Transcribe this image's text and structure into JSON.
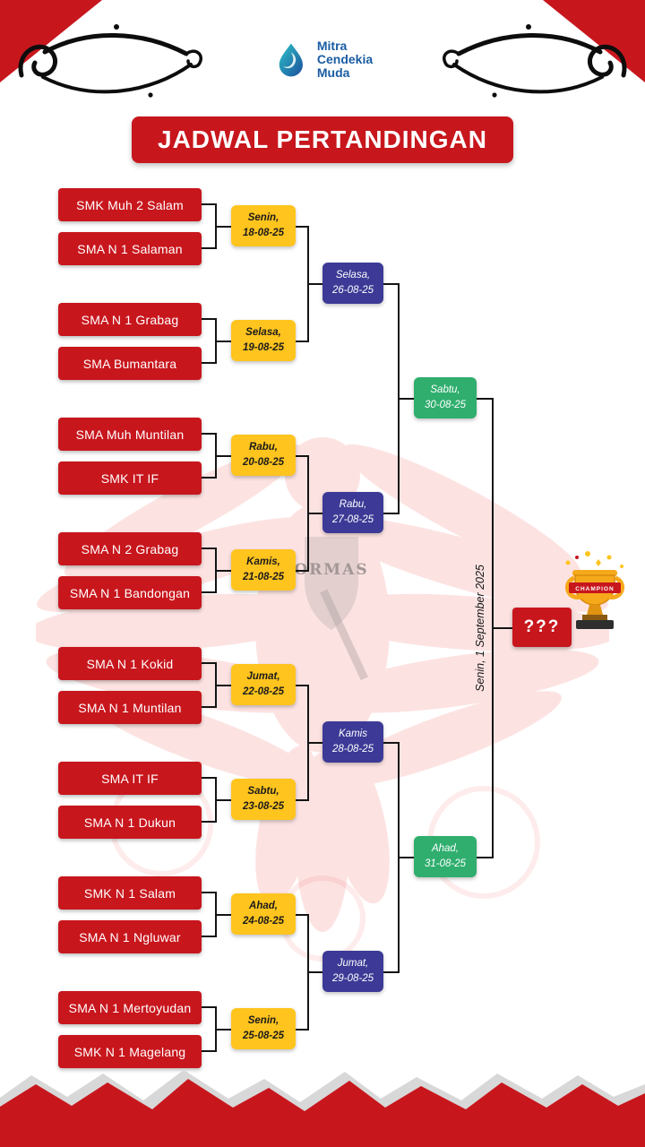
{
  "page": {
    "title": "JADWAL PERTANDINGAN"
  },
  "logo": {
    "line1": "Mitra",
    "line2": "Cendekia",
    "line3": "Muda"
  },
  "watermark_text": "ORMAS",
  "bracket": {
    "round1": [
      {
        "team_a": "SMK Muh 2 Salam",
        "team_b": "SMA N 1 Salaman",
        "day": "Senin,",
        "date": "18-08-25"
      },
      {
        "team_a": "SMA N 1 Grabag",
        "team_b": "SMA Bumantara",
        "day": "Selasa,",
        "date": "19-08-25"
      },
      {
        "team_a": "SMA Muh Muntilan",
        "team_b": "SMK IT IF",
        "day": "Rabu,",
        "date": "20-08-25"
      },
      {
        "team_a": "SMA N 2 Grabag",
        "team_b": "SMA N 1 Bandongan",
        "day": "Kamis,",
        "date": "21-08-25"
      },
      {
        "team_a": "SMA N 1 Kokid",
        "team_b": "SMA N 1 Muntilan",
        "day": "Jumat,",
        "date": "22-08-25"
      },
      {
        "team_a": "SMA IT IF",
        "team_b": "SMA N 1 Dukun",
        "day": "Sabtu,",
        "date": "23-08-25"
      },
      {
        "team_a": "SMK N 1 Salam",
        "team_b": "SMA N 1 Ngluwar",
        "day": "Ahad,",
        "date": "24-08-25"
      },
      {
        "team_a": "SMA N 1 Mertoyudan",
        "team_b": "SMK N 1 Magelang",
        "day": "Senin,",
        "date": "25-08-25"
      }
    ],
    "round2": [
      {
        "day": "Selasa,",
        "date": "26-08-25"
      },
      {
        "day": "Rabu,",
        "date": "27-08-25"
      },
      {
        "day": "Kamis",
        "date": "28-08-25"
      },
      {
        "day": "Jumat,",
        "date": "29-08-25"
      }
    ],
    "semifinals": [
      {
        "day": "Sabtu,",
        "date": "30-08-25"
      },
      {
        "day": "Ahad,",
        "date": "31-08-25"
      }
    ],
    "final": {
      "schedule_label": "Senin, 1 September 2025",
      "winner_placeholder": "???",
      "trophy_ribbon": "CHAMPION"
    }
  },
  "colors": {
    "red": "#C8161D",
    "yellow": "#FFC41E",
    "blue": "#3C3A96",
    "green": "#2FAE6E",
    "logo_blue": "#1a5ca3"
  }
}
